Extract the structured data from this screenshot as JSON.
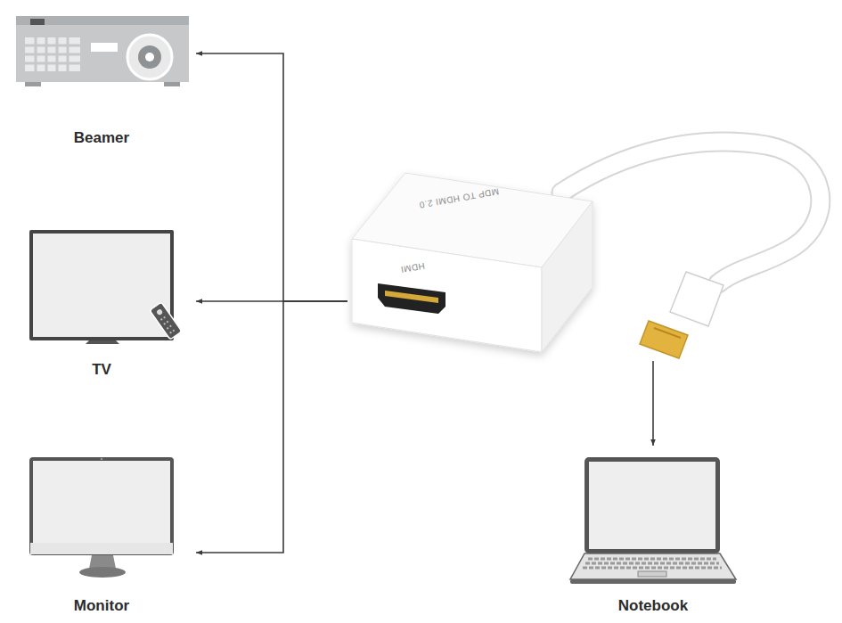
{
  "diagram": {
    "nodes": [
      {
        "text": [
          "Beamer"
        ]
      },
      {
        "text": [
          "MDP TO HDMI 2.0",
          "HDMI"
        ]
      },
      {
        "text": [
          "TV"
        ]
      },
      {
        "text": [
          "Monitor"
        ]
      },
      {
        "text": [
          "Notebook"
        ]
      }
    ],
    "edges": [
      {
        "from": 1,
        "to": 0,
        "arrow": "to"
      },
      {
        "from": 1,
        "to": 2,
        "arrow": "to"
      },
      {
        "from": 1,
        "to": 3,
        "arrow": "to"
      },
      {
        "from": 1,
        "to": 4,
        "arrow": "to"
      }
    ]
  }
}
